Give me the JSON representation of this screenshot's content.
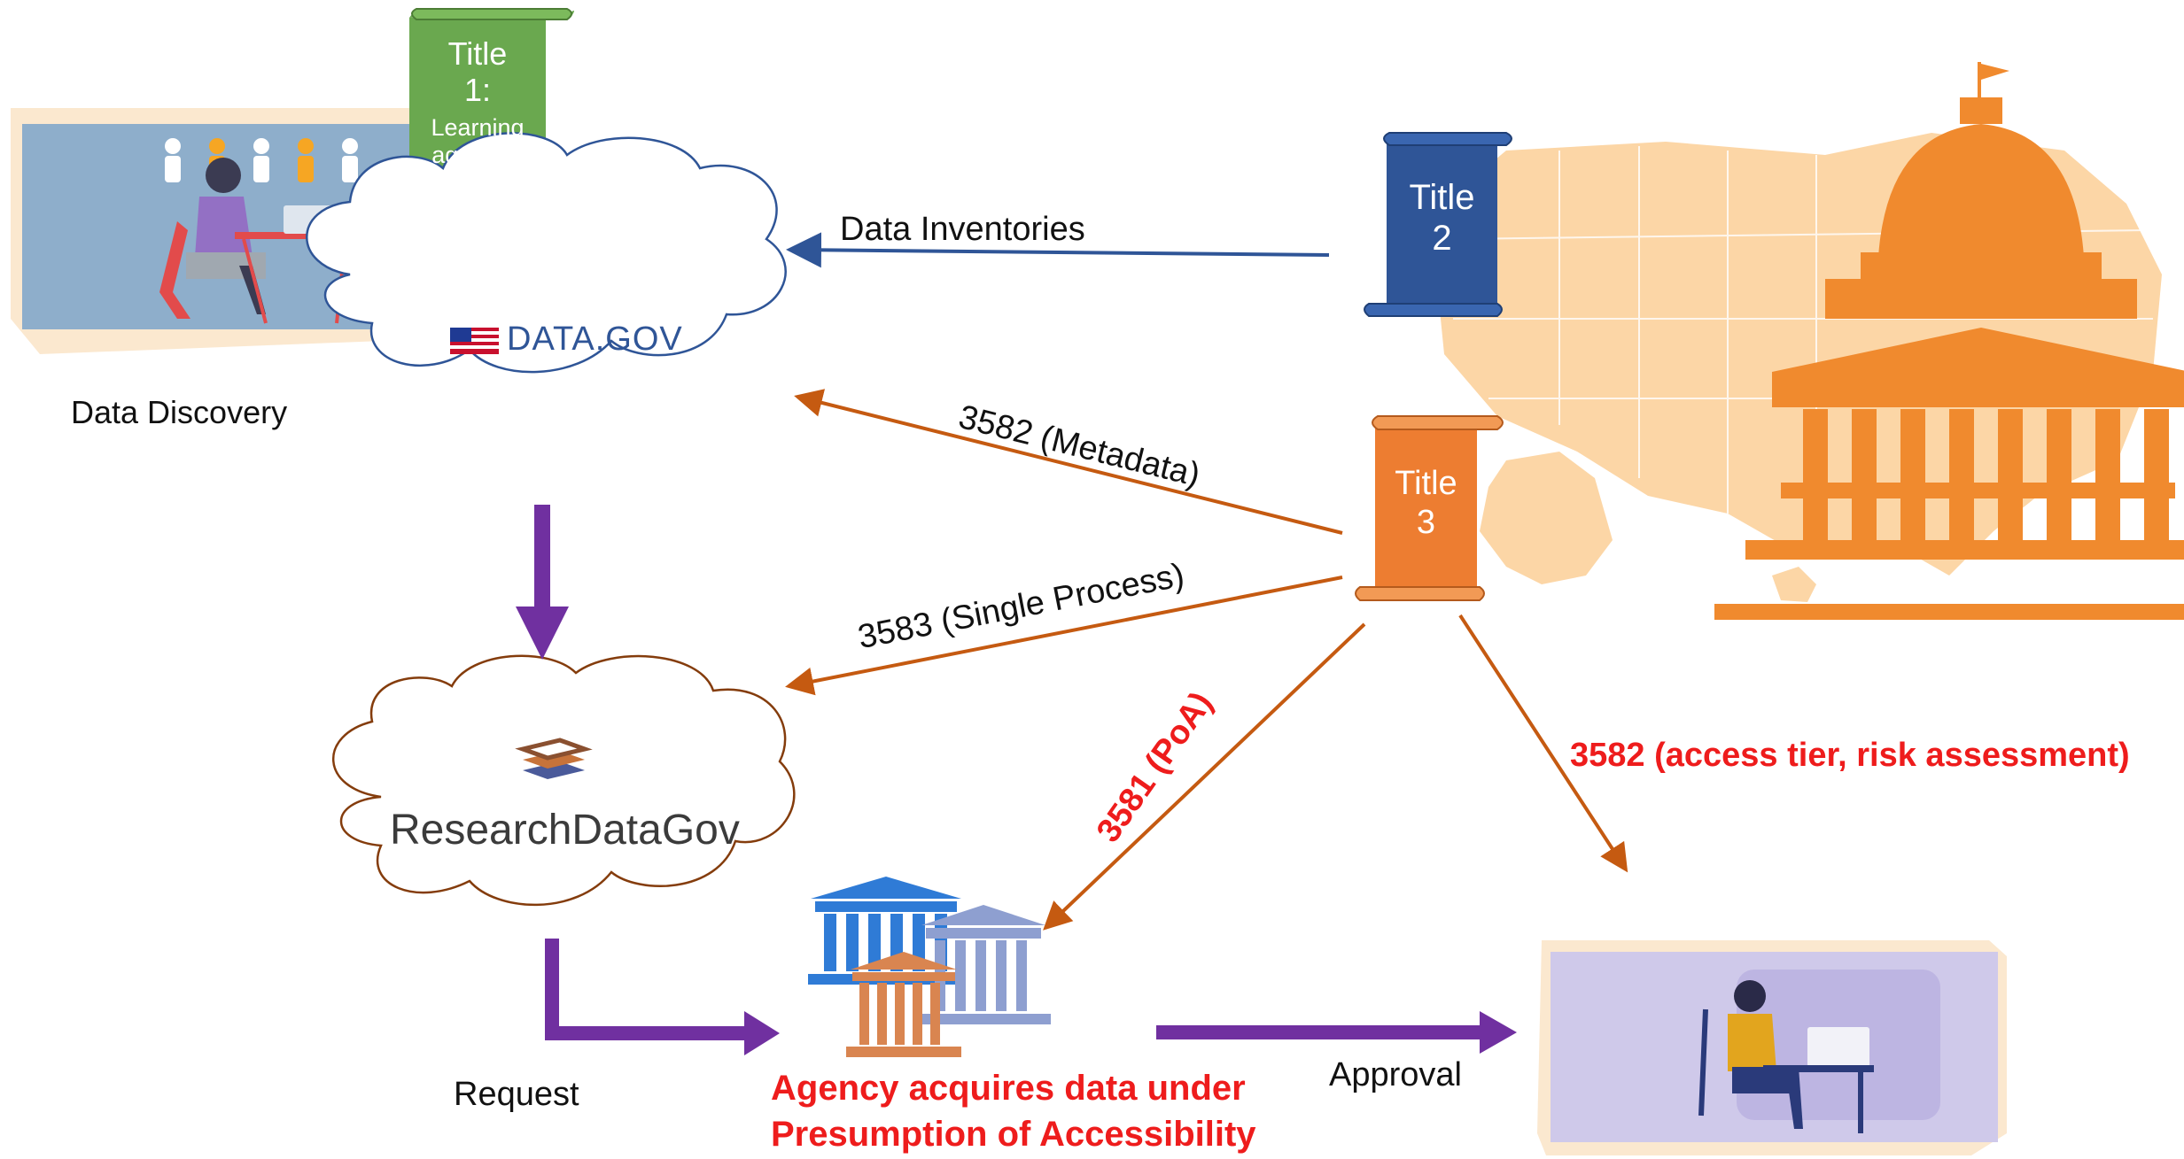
{
  "scrolls": {
    "title1": {
      "line1": "Title",
      "line2": "1:",
      "line3": "Learning",
      "line4": "agendas"
    },
    "title2": {
      "line1": "Title",
      "line2": "2"
    },
    "title3": {
      "line1": "Title",
      "line2": "3"
    }
  },
  "logos": {
    "datagov": "DATA.GOV",
    "researchdatagov": "ResearchDataGov"
  },
  "labels": {
    "data_discovery": "Data Discovery",
    "data_inventories": "Data Inventories",
    "metadata_3582": "3582 (Metadata)",
    "single_process_3583": "3583 (Single Process)",
    "poa_3581": "3581 (PoA)",
    "access_tier_3582": "3582 (access tier, risk assessment)",
    "request": "Request",
    "approval": "Approval",
    "agency_line1": "Agency acquires data under",
    "agency_line2": "Presumption of Accessibility"
  },
  "colors": {
    "title1_scroll": "#6aa84f",
    "title2_scroll": "#2f5597",
    "title3_scroll": "#ed7d31",
    "purple_arrow": "#7030a0",
    "orange_arrow": "#c55a11",
    "blue_arrow": "#2f5597",
    "red_text": "#ee1c1c",
    "map_fill": "#fbd3a1",
    "capitol": "#f08a2e"
  }
}
